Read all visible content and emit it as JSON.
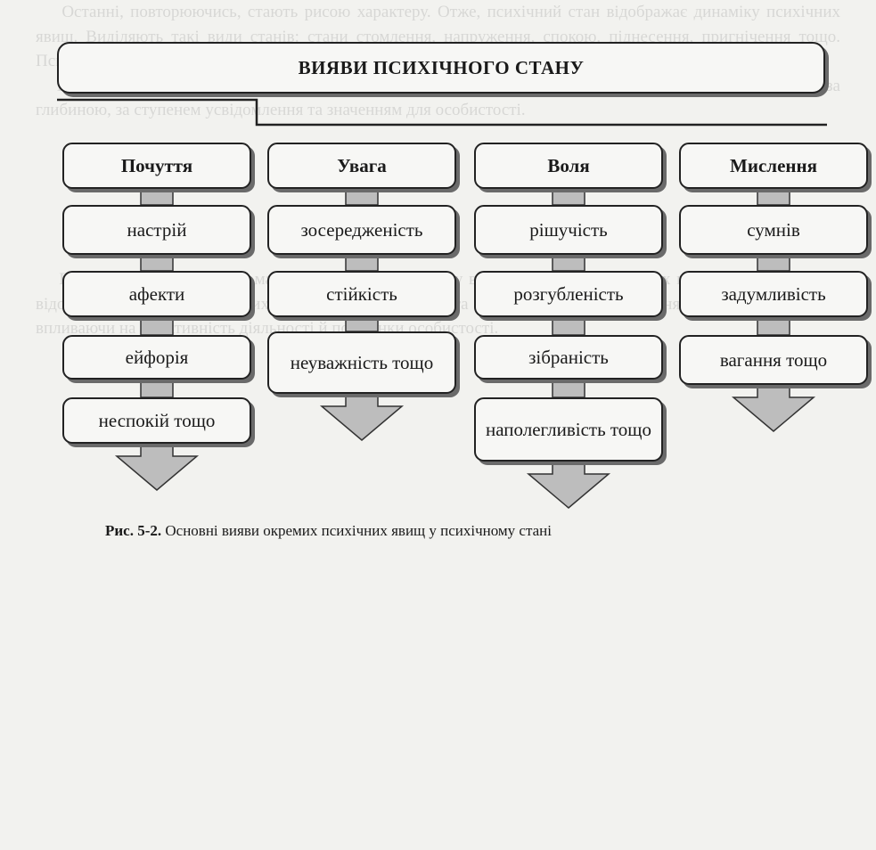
{
  "title": "ВИЯВИ ПСИХІЧНОГО СТАНУ",
  "columns": [
    {
      "header": "Почуття",
      "items": [
        "настрій",
        "афекти",
        "ейфорія",
        "неспокій тощо"
      ]
    },
    {
      "header": "Увага",
      "items": [
        "зосередженість",
        "стійкість",
        "неуважність тощо"
      ]
    },
    {
      "header": "Воля",
      "items": [
        "рішучість",
        "розгубленість",
        "зібраність",
        "наполегливість тощо"
      ]
    },
    {
      "header": "Мислення",
      "items": [
        "сумнів",
        "задумливість",
        "вагання тощо"
      ]
    }
  ],
  "caption": {
    "label": "Рис. 5-2.",
    "text": "Основні вияви окремих психічних явищ у психічному стані"
  },
  "background_text": "    Останні, повторюючись, стають рисою характеру. Отже, психічний стан відображає динаміку психічних явищ. Виділяють такі види станів: стани стомлення, напруження, спокою, піднесення, пригнічення тощо. Психічний стан визначається сукупністю переживань і впливає на поведінку людини.\n    Психічні стани класифікують за різними ознаками: за домінуванням психічних процесів, за тривалістю, за глибиною, за ступенем усвідомлення та значенням для особистості.",
  "background_text_b": "    Психічні процеси можуть мати вирішальне значення у виникненні станів. У таких випадках кожний стан відображає загальний фон психічної діяльності людини та забезпечує її пристосування до умов середовища, впливаючи на ефективність діяльності й поведінки особистості."
}
